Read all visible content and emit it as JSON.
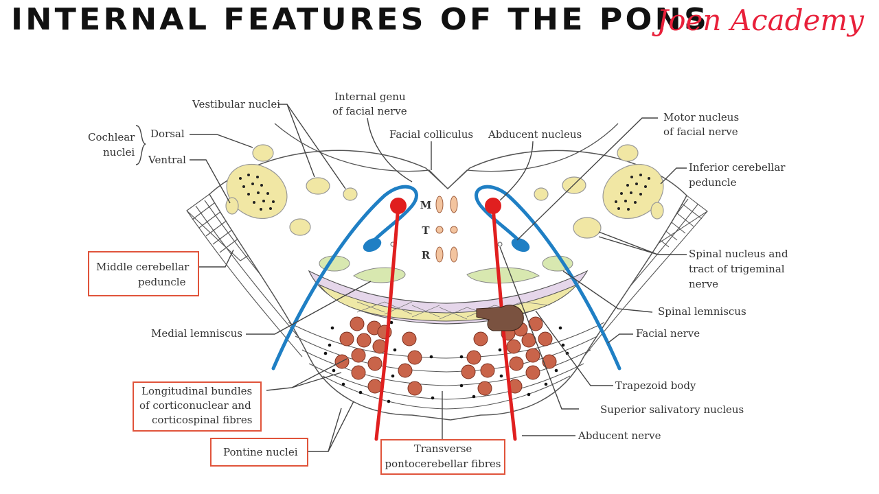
{
  "header": {
    "title": "Internal Features of the Pons",
    "brand": "Joen Academy"
  },
  "labels": {
    "vestibular_nuclei": "Vestibular nuclei",
    "internal_genu_1": "Internal genu",
    "internal_genu_2": "of facial nerve",
    "facial_colliculus": "Facial colliculus",
    "abducent_nucleus": "Abducent nucleus",
    "motor_nucleus_1": "Motor nucleus",
    "motor_nucleus_2": "of facial nerve",
    "cochlear_1": "Cochlear",
    "cochlear_2": "nuclei",
    "dorsal": "Dorsal",
    "ventral": "Ventral",
    "inferior_cerebellar_1": "Inferior cerebellar",
    "inferior_cerebellar_2": "peduncle",
    "middle_cerebellar_1": "Middle cerebellar",
    "middle_cerebellar_2": "peduncle",
    "spinal_trigeminal_1": "Spinal nucleus and",
    "spinal_trigeminal_2": "tract of trigeminal",
    "spinal_trigeminal_3": "nerve",
    "medial_lemniscus": "Medial lemniscus",
    "spinal_lemniscus": "Spinal lemniscus",
    "facial_nerve": "Facial nerve",
    "trapezoid_body": "Trapezoid body",
    "longitudinal_1": "Longitudinal bundles",
    "longitudinal_2": "of corticonuclear and",
    "longitudinal_3": "corticospinal fibres",
    "superior_salivatory": "Superior salivatory nucleus",
    "abducent_nerve": "Abducent nerve",
    "pontine_nuclei": "Pontine nuclei",
    "transverse_1": "Transverse",
    "transverse_2": "pontocerebellar fibres",
    "m": "M",
    "t": "T",
    "r": "R"
  },
  "colors": {
    "title": "#111111",
    "brand": "#e8203a",
    "facial_nerve": "#1f7fc4",
    "abducent": "#e01f1f",
    "nuclei_fill": "#f1e7a4",
    "lemniscus": "#d8e8b0",
    "fibre_bundle": "#b8553a",
    "label_box": "#e0533a"
  }
}
